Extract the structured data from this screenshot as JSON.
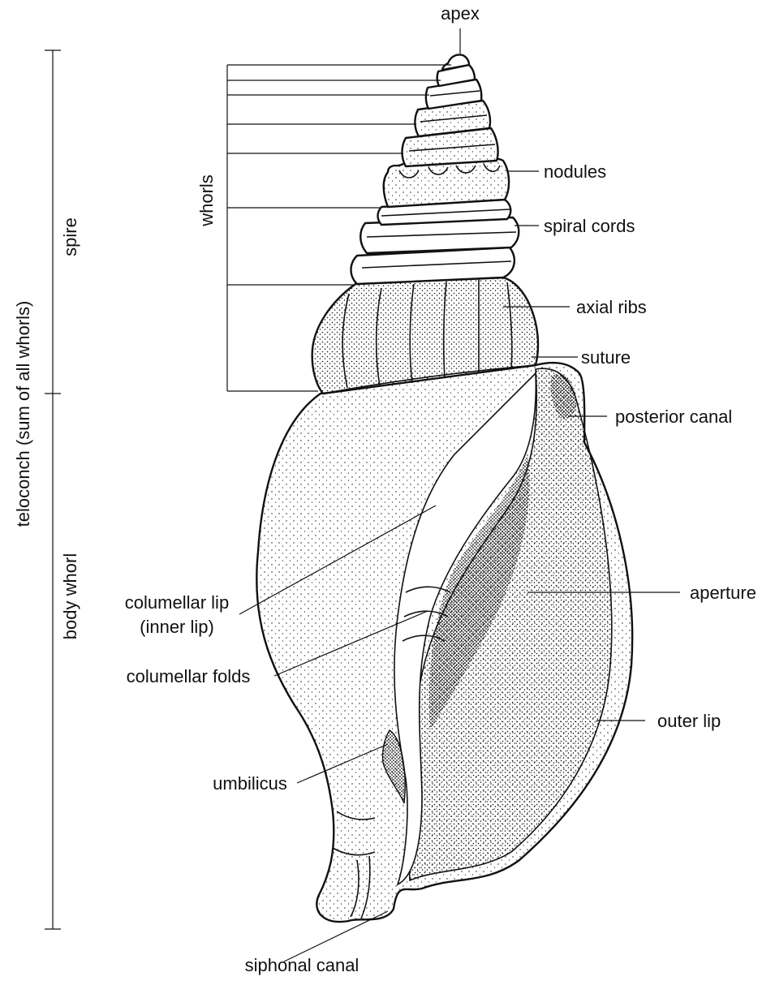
{
  "labels": {
    "apex": "apex",
    "whorls": "whorls",
    "nodules": "nodules",
    "spiral_cords": "spiral cords",
    "axial_ribs": "axial ribs",
    "suture": "suture",
    "posterior_canal": "posterior canal",
    "aperture": "aperture",
    "outer_lip": "outer lip",
    "columellar_lip": "columellar lip",
    "inner_lip": "(inner lip)",
    "columellar_folds": "columellar folds",
    "umbilicus": "umbilicus",
    "siphonal_canal": "siphonal canal",
    "spire": "spire",
    "body_whorl": "body whorl",
    "teloconch": "teloconch (sum of all whorls)"
  },
  "colors": {
    "ink": "#111111",
    "paper": "#ffffff"
  }
}
